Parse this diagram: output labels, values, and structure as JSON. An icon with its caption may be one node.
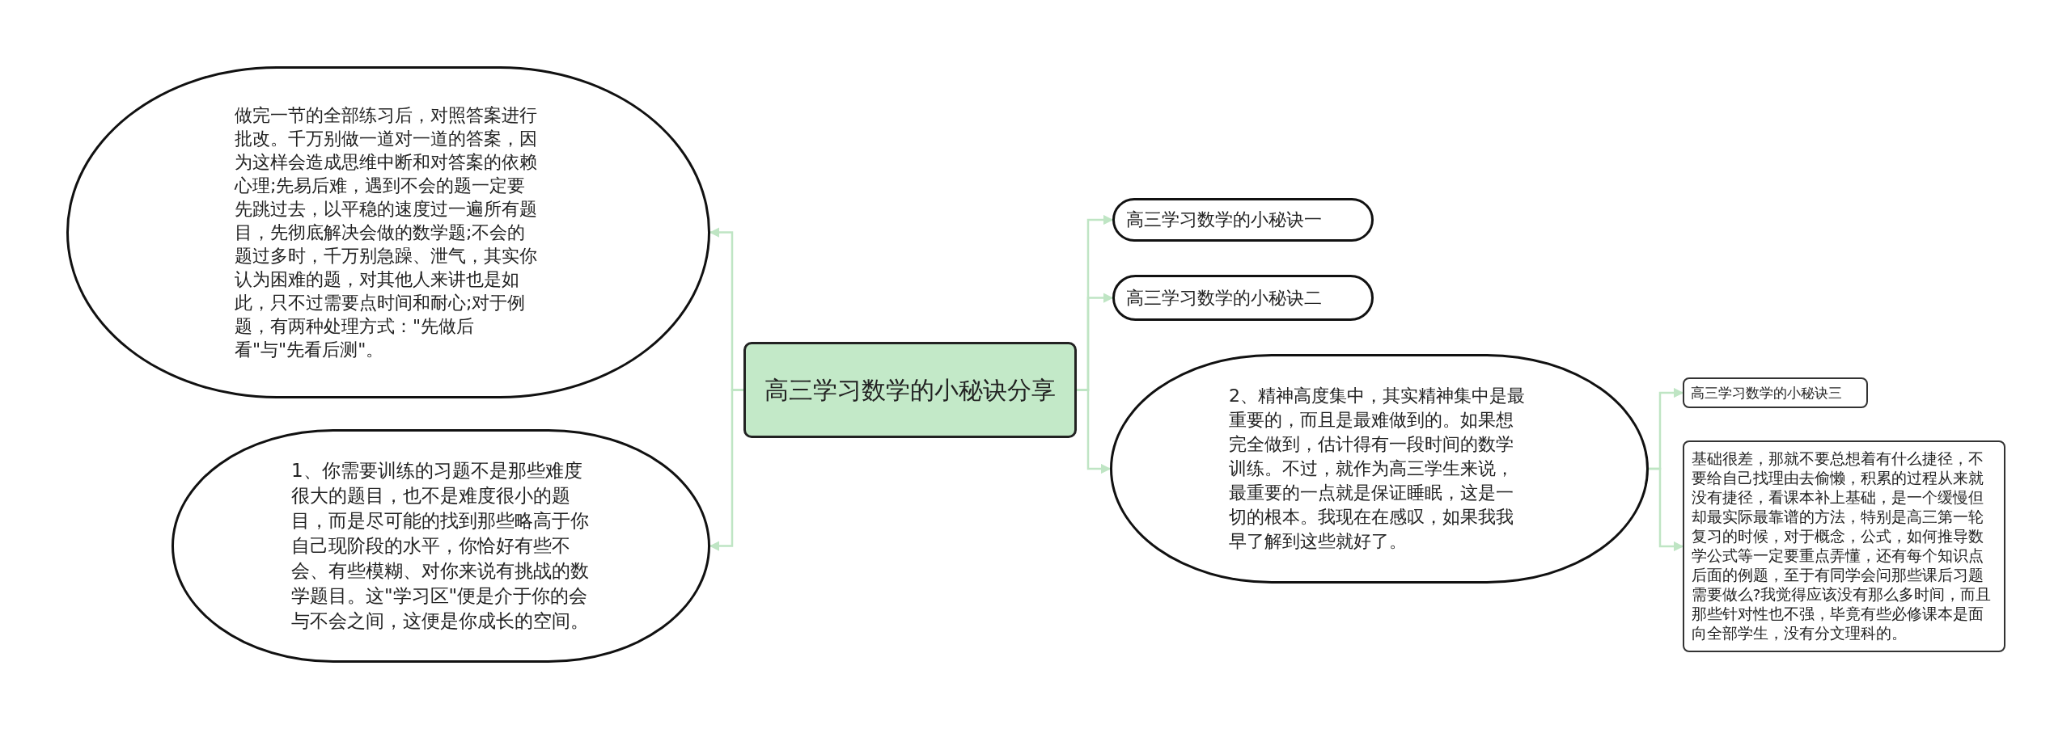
{
  "diagram": {
    "nodes": [
      {
        "text": [
          "高三学习数学的小秘诀分享"
        ]
      },
      {
        "text": [
          "做完一节的全部练习后，对照答案进行批改。千万别做一道对一道的答案，因为这样会造成思维中断和对答案的依赖心理;先易后难，遇到不会的题一定要先跳过去，以平稳的速度过一遍所有题目，先彻底解决会做的数学题;不会的题过多时，千万别急躁、泄气，其实你认为困难的题，对其他人来讲也是如此，只不过需要点时间和耐心;对于例题，有两种处理方式：\"先做后看\"与\"先看后测\"。"
        ]
      },
      {
        "text": [
          "1、你需要训练的习题不是那些难度很大的题目，也不是难度很小的题目，而是尽可能的找到那些略高于你自己现阶段的水平，你恰好有些不会、有些模糊、对你来说有挑战的数学题目。这\"学习区\"便是介于你的会与不会之间，这便是你成长的空间。"
        ]
      },
      {
        "text": [
          "高三学习数学的小秘诀一"
        ]
      },
      {
        "text": [
          "高三学习数学的小秘诀二"
        ]
      },
      {
        "text": [
          "2、精神高度集中，其实精神集中是最重要的，而且是最难做到的。如果想完全做到，估计得有一段时间的数学训练。不过，就作为高三学生来说，最重要的一点就是保证睡眠，这是一切的根本。我现在在感叹，如果我我早了解到这些就好了。"
        ]
      },
      {
        "text": [
          "高三学习数学的小秘诀三"
        ]
      },
      {
        "text": [
          "基础很差，那就不要总想着有什么捷径，不要给自己找理由去偷懒，积累的过程从来就没有捷径，看课本补上基础，是一个缓慢但却最实际最靠谱的方法，特别是高三第一轮复习的时候，对于概念，公式，如何推导数学公式等一定要重点弄懂，还有每个知识点后面的例题，至于有同学会问那些课后习题需要做么?我觉得应该没有那么多时间，而且那些针对性也不强，毕竟有些必修课本是面向全部学生，没有分文理科的。"
        ]
      }
    ],
    "edges": [
      {
        "from": 0,
        "to": 1,
        "arrow": "to"
      },
      {
        "from": 0,
        "to": 2,
        "arrow": "to"
      },
      {
        "from": 0,
        "to": 3,
        "arrow": "to"
      },
      {
        "from": 0,
        "to": 4,
        "arrow": "to"
      },
      {
        "from": 0,
        "to": 5,
        "arrow": "to"
      },
      {
        "from": 5,
        "to": 6,
        "arrow": "to"
      },
      {
        "from": 5,
        "to": 7,
        "arrow": "to"
      }
    ]
  }
}
